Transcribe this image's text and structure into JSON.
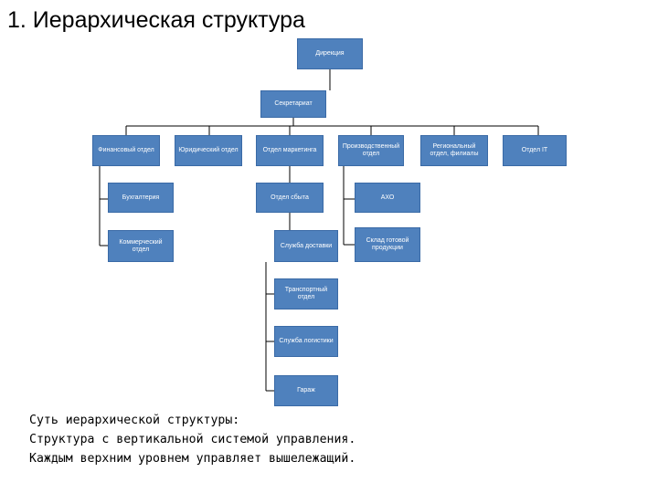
{
  "title": "1. Иерархическая структура",
  "nodes": {
    "direction": "Дирекция",
    "secretariat": "Секретариат",
    "finance": "Финансовый отдел",
    "legal": "Юридический отдел",
    "marketing": "Отдел маркетинга",
    "production": "Производственный отдел",
    "regional": "Региональный отдел, филиалы",
    "it": "Отдел IT",
    "accounting": "Бухгалтерия",
    "sales": "Отдел сбыта",
    "admin": "АХО",
    "commercial": "Коммерческий отдел",
    "delivery": "Служба доставки",
    "warehouse": "Склад готовой продукции",
    "transport": "Транспортный отдел",
    "logistics": "Служба логистики",
    "garage": "Гараж"
  },
  "description": {
    "line1": "Суть иерархической структуры:",
    "line2": "Структура с вертикальной системой управления.",
    "line3": "Каждым верхним уровнем управляет вышележащий."
  }
}
